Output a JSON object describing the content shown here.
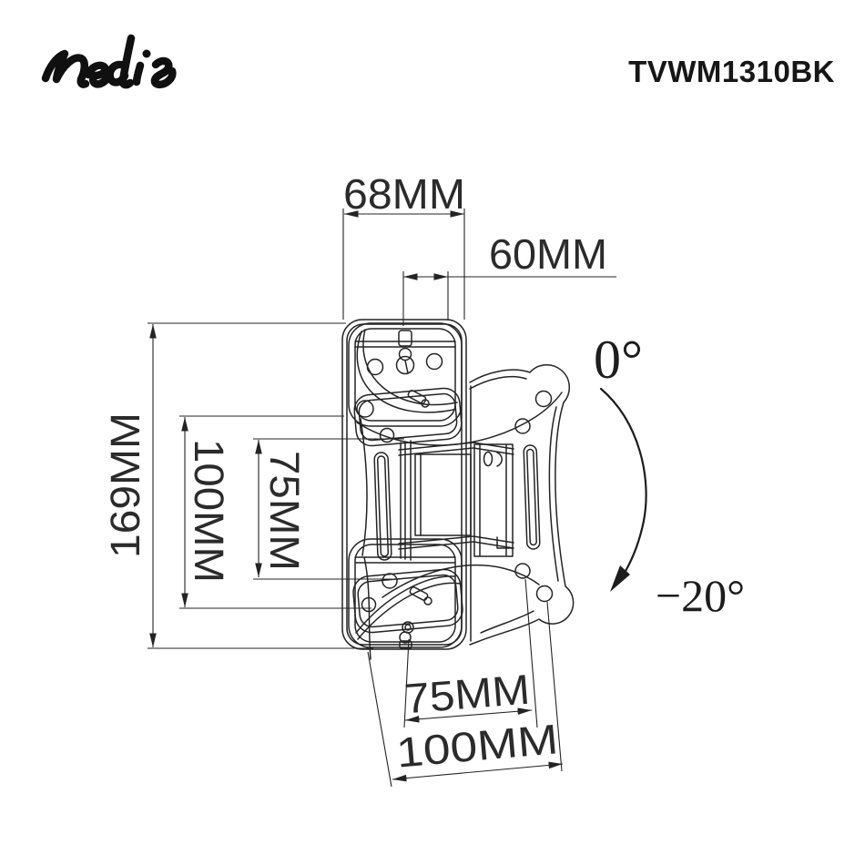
{
  "header": {
    "brand": "nedis",
    "model": "TVWM1310BK"
  },
  "drawing": {
    "dimensions": {
      "bracket_width": "68MM",
      "top_hole_spacing": "60MM",
      "bracket_height": "169MM",
      "vesa_height_100": "100MM",
      "vesa_height_75": "75MM",
      "vesa_width_75": "75MM",
      "vesa_width_100": "100MM"
    },
    "tilt": {
      "max": "0°",
      "min": "−20°"
    },
    "line_color": "#242424"
  }
}
